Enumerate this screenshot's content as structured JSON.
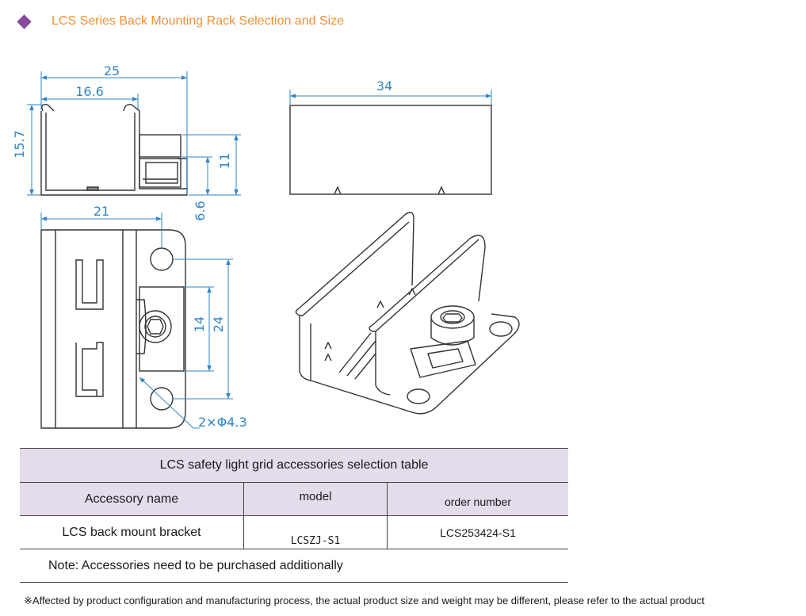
{
  "header": {
    "title": "LCS Series Back Mounting Rack Selection and Size"
  },
  "dimensions": {
    "d25": "25",
    "d16_6": "16.6",
    "d15_7": "15.7",
    "d11": "11",
    "d6_6": "6.6",
    "d34": "34",
    "d21": "21",
    "d14": "14",
    "d24": "24",
    "hole": "2×Φ4.3"
  },
  "table": {
    "title": "LCS safety light grid accessories selection table",
    "headers": [
      "Accessory name",
      "model",
      "order number"
    ],
    "rows": [
      {
        "name": "LCS back mount bracket",
        "model": "LCSZJ-S1",
        "order": "LCS253424-S1"
      }
    ],
    "note": "Note: Accessories need to be purchased additionally"
  },
  "footnote": "※Affected by product configuration and manufacturing process, the actual product size and weight may be different, please refer to the actual product",
  "colors": {
    "accent": "#8a4a9c",
    "title": "#f0913a",
    "dimension": "#2f86c8",
    "table_header": "#e4dbeb"
  }
}
